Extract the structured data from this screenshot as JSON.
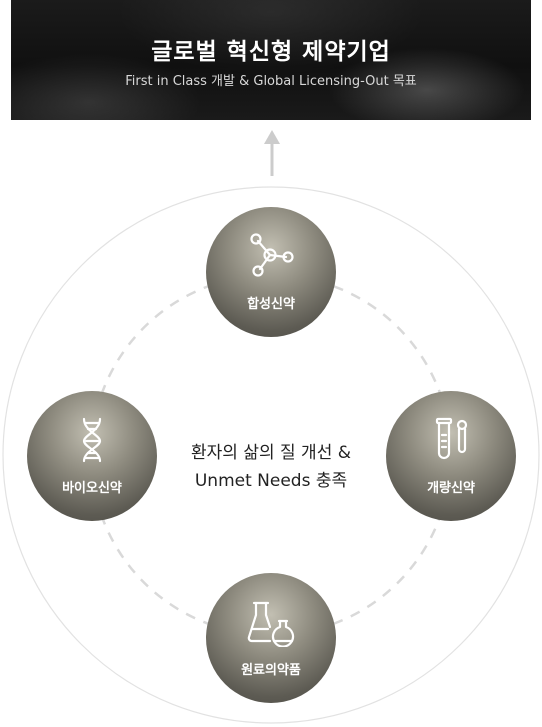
{
  "banner": {
    "title": "글로벌 혁신형 제약기업",
    "subtitle": "First in Class 개발 & Global Licensing-Out 목표"
  },
  "center": {
    "line1": "환자의 삶의 질 개선 &",
    "line2": "Unmet Needs 충족"
  },
  "nodes": [
    {
      "label": "합성신약",
      "icon": "molecule-icon"
    },
    {
      "label": "바이오신약",
      "icon": "dna-icon"
    },
    {
      "label": "개량신약",
      "icon": "test-tubes-icon"
    },
    {
      "label": "원료의약품",
      "icon": "flask-icon"
    }
  ],
  "colors": {
    "node_light": "#c2bfb2",
    "node_dark": "#4a4843",
    "banner": "#111111",
    "ring": "#dddddd",
    "arrow": "#cccccc"
  }
}
